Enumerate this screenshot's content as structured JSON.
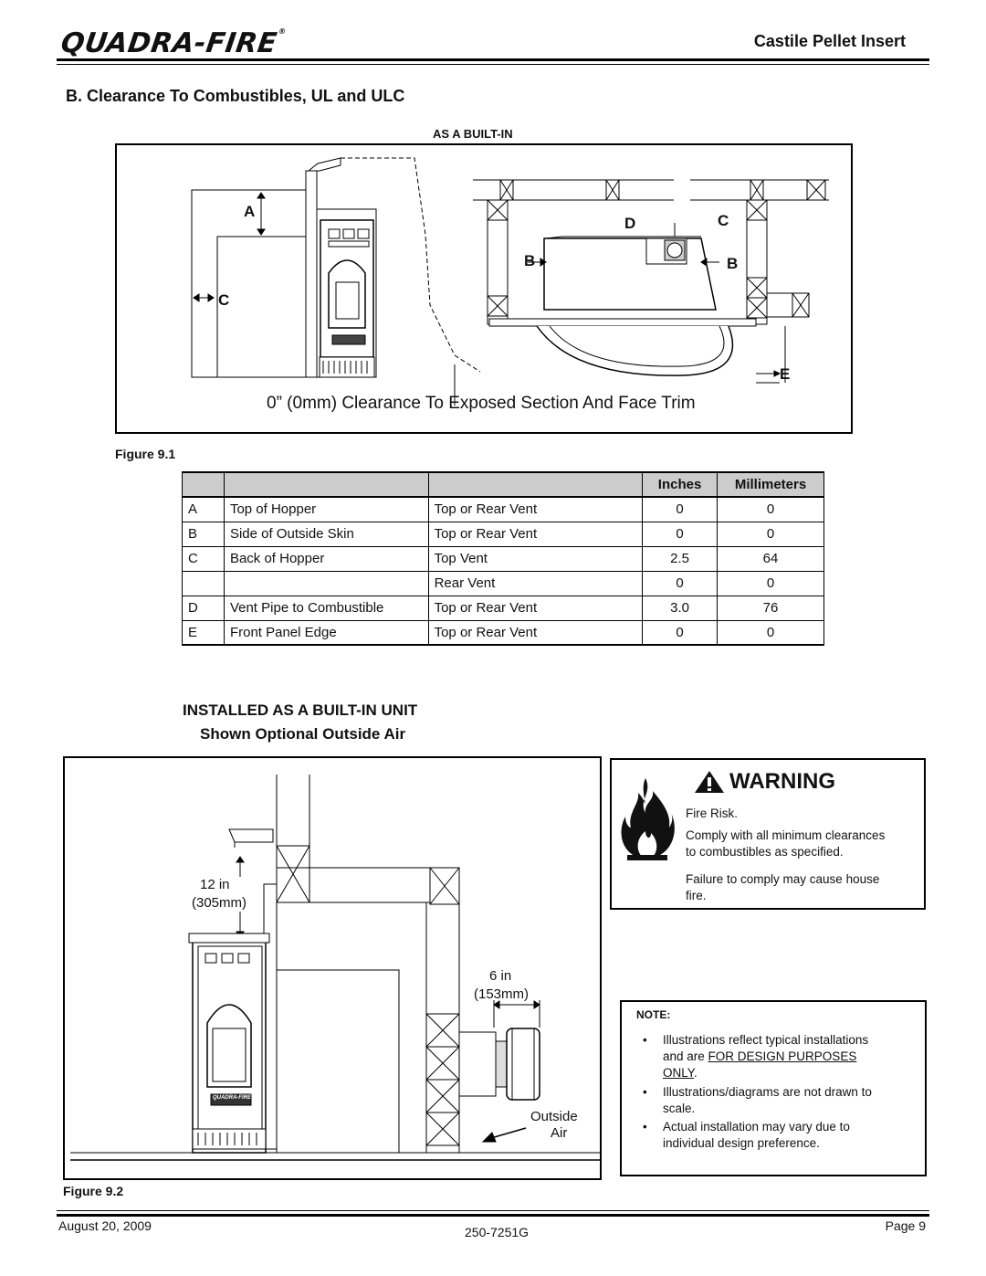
{
  "header": {
    "brand": "QUADRA-FIRE",
    "brand_mark": "®",
    "doc_title": "Castile Pellet Insert"
  },
  "section": {
    "title": "B. Clearance To Combustibles, UL and ULC"
  },
  "figure1": {
    "subtitle": "AS A BUILT-IN",
    "labels": {
      "a": "A",
      "b_left": "B",
      "b_right": "B",
      "c_left": "C",
      "c_right": "C",
      "d": "D",
      "e": "E"
    },
    "caption_text": "0” (0mm) Clearance To Exposed Section And Face Trim",
    "label": "Figure 9.1"
  },
  "table": {
    "headers": [
      "",
      "",
      "",
      "Inches",
      "Millimeters"
    ],
    "rows": [
      [
        "A",
        "Top of Hopper",
        "Top or Rear Vent",
        "0",
        "0"
      ],
      [
        "B",
        "Side of Outside Skin",
        "Top or Rear Vent",
        "0",
        "0"
      ],
      [
        "C",
        "Back of Hopper",
        "Top Vent",
        "2.5",
        "64"
      ],
      [
        "",
        "",
        "Rear Vent",
        "0",
        "0"
      ],
      [
        "D",
        "Vent Pipe to Combustible",
        "Top or Rear Vent",
        "3.0",
        "76"
      ],
      [
        "E",
        "Front Panel Edge",
        "Top or Rear Vent",
        "0",
        "0"
      ]
    ]
  },
  "installed": {
    "title": "INSTALLED AS A BUILT-IN UNIT",
    "subtitle": "Shown Optional Outside Air"
  },
  "figure2": {
    "dim1_in": "12 in",
    "dim1_mm": "(305mm)",
    "dim2_in": "6 in",
    "dim2_mm": "(153mm)",
    "outside": "Outside",
    "air": "Air",
    "brand_plate": "QUADRA-FIRE",
    "label": "Figure 9.2"
  },
  "warning": {
    "heading": "WARNING",
    "line1": "Fire Risk.",
    "line2a": "Comply with all minimum clearances",
    "line2b": "to combustibles as specified.",
    "line3a": "Failure to comply may cause house",
    "line3b": "fire."
  },
  "note": {
    "heading": "NOTE:",
    "item1_a": "Illustrations reflect typical installations",
    "item1_b": "and are ",
    "item1_u1": "FOR DESIGN PURPOSES",
    "item1_u2": "ONLY",
    "item1_end": ".",
    "item2_a": "Illustrations/diagrams are not drawn to",
    "item2_b": "scale.",
    "item3_a": "Actual installation may vary due to",
    "item3_b": "individual design preference."
  },
  "footer": {
    "date": "August 20, 2009",
    "doc_number": "250-7251G",
    "page": "Page  9"
  }
}
